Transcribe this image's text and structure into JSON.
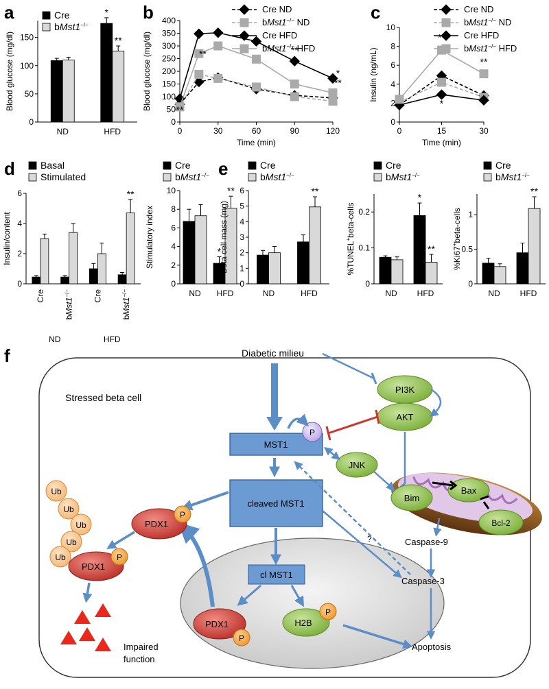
{
  "panel_labels": [
    "a",
    "b",
    "c",
    "d",
    "e",
    "f"
  ],
  "colors": {
    "black": "#000000",
    "gray": "#d9d9d9",
    "lightgray": "#aaaaaa",
    "arrow": "#5b8dc7",
    "green": "#92c050",
    "red": "#c0392b",
    "orange": "#f3a23b"
  },
  "chart_data": [
    {
      "id": "a",
      "type": "bar",
      "ylabel": "Blood glucose (mg/dl)",
      "ylim": [
        0,
        180
      ],
      "yticks": [
        0,
        50,
        100,
        150
      ],
      "categories": [
        "ND",
        "HFD"
      ],
      "series": [
        {
          "name": "Cre",
          "name_base": "Cre",
          "name_ital": "",
          "name_sup": "",
          "values": [
            109,
            175
          ],
          "err": [
            4,
            10
          ],
          "sig": [
            "",
            "*"
          ]
        },
        {
          "name": "bMst1−/−",
          "name_base": "b",
          "name_ital": "Mst1",
          "name_sup": "−/−",
          "values": [
            110,
            126
          ],
          "err": [
            5,
            9
          ],
          "sig": [
            "",
            "**"
          ]
        }
      ]
    },
    {
      "id": "b",
      "type": "line",
      "ylabel": "Blood glucose (mg/dl)",
      "xlabel": "Time (min)",
      "ylim": [
        0,
        400
      ],
      "yticks": [
        0,
        50,
        100,
        150,
        200,
        250,
        300,
        350,
        400
      ],
      "xlim": [
        0,
        120
      ],
      "xticks": [
        0,
        30,
        60,
        90,
        120
      ],
      "x": [
        0,
        15,
        30,
        60,
        90,
        120
      ],
      "series": [
        {
          "name": "Cre ND",
          "name_base": "Cre",
          "name_ital": "",
          "name_sup": "",
          "name_suffix": " ND",
          "values": [
            70,
            158,
            175,
            130,
            105,
            95
          ],
          "dash": true,
          "marker": "diamond",
          "color": "black"
        },
        {
          "name": "bMst1−/− ND",
          "name_base": "b",
          "name_ital": "Mst1",
          "name_sup": "−/−",
          "name_suffix": " ND",
          "values": [
            60,
            188,
            172,
            138,
            100,
            82
          ],
          "dash": true,
          "marker": "square",
          "color": "lightgray"
        },
        {
          "name": "Cre HFD",
          "name_base": "Cre",
          "name_ital": "",
          "name_sup": "",
          "name_suffix": " HFD",
          "values": [
            92,
            348,
            352,
            318,
            240,
            172
          ],
          "dash": false,
          "marker": "diamond",
          "color": "black"
        },
        {
          "name": "bMst1−/− HFD",
          "name_base": "b",
          "name_ital": "Mst1",
          "name_sup": "−/−",
          "name_suffix": " HFD",
          "values": [
            60,
            270,
            300,
            248,
            150,
            115
          ],
          "dash": false,
          "marker": "square",
          "color": "lightgray"
        }
      ],
      "annotations": [
        {
          "x": 0,
          "y": 35,
          "text": "**"
        },
        {
          "x": 18,
          "y": 255,
          "text": "**"
        },
        {
          "x": 90,
          "y": 270,
          "text": "**"
        },
        {
          "x": 124,
          "y": 180,
          "text": "*"
        },
        {
          "x": 124,
          "y": 142,
          "text": "**"
        }
      ]
    },
    {
      "id": "c",
      "type": "line",
      "ylabel": "Insulin (ng/mL)",
      "xlabel": "Time (min)",
      "ylim": [
        0,
        10
      ],
      "yticks": [
        0,
        2,
        4,
        6,
        8,
        10
      ],
      "xlim": [
        0,
        30
      ],
      "xticks": [
        0,
        15,
        30
      ],
      "x": [
        0,
        15,
        30
      ],
      "series": [
        {
          "name": "Cre ND",
          "name_base": "Cre",
          "name_ital": "",
          "name_sup": "",
          "name_suffix": " ND",
          "values": [
            1.8,
            4.9,
            2.8
          ],
          "dash": true,
          "marker": "diamond",
          "color": "black"
        },
        {
          "name": "bMst1−/− ND",
          "name_base": "b",
          "name_ital": "Mst1",
          "name_sup": "−/−",
          "name_suffix": " ND",
          "values": [
            2.1,
            4.2,
            2.6
          ],
          "dash": true,
          "marker": "square",
          "color": "lightgray"
        },
        {
          "name": "Cre HFD",
          "name_base": "Cre",
          "name_ital": "",
          "name_sup": "",
          "name_suffix": " HFD",
          "values": [
            1.8,
            2.9,
            2.3
          ],
          "dash": false,
          "marker": "diamond",
          "color": "black"
        },
        {
          "name": "bMst1−/− HFD",
          "name_base": "b",
          "name_ital": "Mst1",
          "name_sup": "−/−",
          "name_suffix": " HFD",
          "values": [
            2.4,
            7.6,
            5.1
          ],
          "dash": false,
          "marker": "square",
          "color": "lightgray"
        }
      ],
      "annotations": [
        {
          "x": 15,
          "y": 8.6,
          "text": "**"
        },
        {
          "x": 15,
          "y": 1.6,
          "text": "*"
        },
        {
          "x": 30,
          "y": 6.0,
          "text": "**"
        }
      ]
    },
    {
      "id": "d1",
      "type": "bar",
      "ylabel": "Insulin/content",
      "ylim": [
        0,
        6
      ],
      "yticks": [
        0,
        2,
        4,
        6
      ],
      "categories": [
        "Cre",
        "bMst1−/−",
        "Cre",
        "bMst1−/−"
      ],
      "category_labels": [
        {
          "base": "Cre",
          "ital": "",
          "sup": ""
        },
        {
          "base": "b",
          "ital": "Mst1",
          "sup": "−/−"
        },
        {
          "base": "Cre",
          "ital": "",
          "sup": ""
        },
        {
          "base": "b",
          "ital": "Mst1",
          "sup": "−/−"
        }
      ],
      "groups": [
        "ND",
        "HFD"
      ],
      "series": [
        {
          "name": "Basal",
          "values": [
            0.45,
            0.45,
            1.0,
            0.6
          ],
          "err": [
            0.1,
            0.1,
            0.35,
            0.15
          ],
          "sig": [
            "",
            "",
            "",
            ""
          ]
        },
        {
          "name": "Stimulated",
          "values": [
            3.0,
            3.4,
            2.0,
            4.7
          ],
          "err": [
            0.3,
            0.6,
            0.7,
            0.9
          ],
          "sig": [
            "",
            "",
            "",
            "**"
          ]
        }
      ]
    },
    {
      "id": "d2",
      "type": "bar",
      "ylabel": "Stimulatory index",
      "ylim": [
        0,
        10
      ],
      "yticks": [
        0,
        2,
        4,
        6,
        8,
        10
      ],
      "categories": [
        "ND",
        "HFD"
      ],
      "series": [
        {
          "name": "Cre",
          "name_base": "Cre",
          "name_ital": "",
          "name_sup": "",
          "values": [
            6.7,
            2.2
          ],
          "err": [
            1.3,
            0.7
          ],
          "sig": [
            "",
            "*"
          ]
        },
        {
          "name": "bMst1−/−",
          "name_base": "b",
          "name_ital": "Mst1",
          "name_sup": "−/−",
          "values": [
            7.3,
            8.1
          ],
          "err": [
            1.2,
            1.3
          ],
          "sig": [
            "",
            "**"
          ]
        }
      ]
    },
    {
      "id": "e1",
      "type": "bar",
      "ylabel": "Beta cell mass (mg)",
      "ylim": [
        0,
        6
      ],
      "yticks": [
        0,
        1,
        2,
        3,
        4,
        5,
        6
      ],
      "categories": [
        "ND",
        "HFD"
      ],
      "series": [
        {
          "name": "Cre",
          "name_base": "Cre",
          "name_ital": "",
          "name_sup": "",
          "values": [
            1.85,
            2.7
          ],
          "err": [
            0.3,
            0.45
          ],
          "sig": [
            "",
            ""
          ]
        },
        {
          "name": "bMst1−/−",
          "name_base": "b",
          "name_ital": "Mst1",
          "name_sup": "−/−",
          "values": [
            2.0,
            4.95
          ],
          "err": [
            0.4,
            0.65
          ],
          "sig": [
            "",
            "**"
          ]
        }
      ]
    },
    {
      "id": "e2",
      "type": "bar",
      "ylabel": "%TUNEL⁺beta-cells",
      "ylabel_parts": {
        "a": "%TUNEL",
        "sup": "+",
        "b": "beta-cells"
      },
      "ylim": [
        0,
        0.25
      ],
      "yticks": [
        0,
        0.1,
        0.2
      ],
      "categories": [
        "ND",
        "HFD"
      ],
      "series": [
        {
          "name": "Cre",
          "name_base": "Cre",
          "name_ital": "",
          "name_sup": "",
          "values": [
            0.074,
            0.19
          ],
          "err": [
            0.004,
            0.035
          ],
          "sig": [
            "",
            "*"
          ]
        },
        {
          "name": "bMst1−/−",
          "name_base": "b",
          "name_ital": "Mst1",
          "name_sup": "−/−",
          "values": [
            0.067,
            0.06
          ],
          "err": [
            0.008,
            0.022
          ],
          "sig": [
            "",
            "**"
          ]
        }
      ]
    },
    {
      "id": "e3",
      "type": "bar",
      "ylabel": "%Ki67⁺beta-cells",
      "ylabel_parts": {
        "a": "%Ki67",
        "sup": "+",
        "b": "beta-cells"
      },
      "ylim": [
        0,
        1.3
      ],
      "yticks": [
        0,
        0.5,
        1
      ],
      "categories": [
        "ND",
        "HFD"
      ],
      "series": [
        {
          "name": "Cre",
          "name_base": "Cre",
          "name_ital": "",
          "name_sup": "",
          "values": [
            0.3,
            0.45
          ],
          "err": [
            0.07,
            0.14
          ],
          "sig": [
            "",
            ""
          ]
        },
        {
          "name": "bMst1−/−",
          "name_base": "b",
          "name_ital": "Mst1",
          "name_sup": "−/−",
          "values": [
            0.25,
            1.09
          ],
          "err": [
            0.04,
            0.17
          ],
          "sig": [
            "",
            "**"
          ]
        }
      ]
    }
  ],
  "diagram": {
    "outer_label": "Stressed beta cell",
    "milieu": "Diabetic milieu",
    "mst1": "MST1",
    "cleaved": "cleaved MST1",
    "cl_mst1": "cl MST1",
    "pi3k": "PI3K",
    "akt": "AKT",
    "jnk": "JNK",
    "bim": "Bim",
    "bax": "Bax",
    "bcl2": "Bcl-2",
    "caspase9": "Caspase-9",
    "caspase3": "Caspase-3",
    "apoptosis": "Apoptosis",
    "pdx1": "PDX1",
    "h2b": "H2B",
    "p": "P",
    "ub": "Ub",
    "impaired_1": "Impaired",
    "impaired_2": "function",
    "question": "?"
  }
}
